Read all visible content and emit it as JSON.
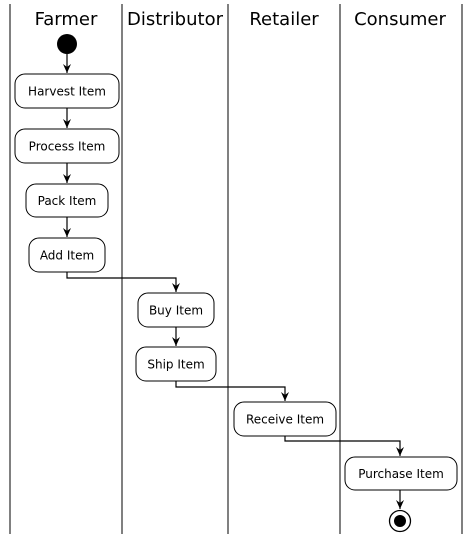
{
  "swimlanes": [
    {
      "name": "Farmer"
    },
    {
      "name": "Distributor"
    },
    {
      "name": "Retailer"
    },
    {
      "name": "Consumer"
    }
  ],
  "activities": [
    {
      "id": "harvest",
      "label": "Harvest Item",
      "lane": "Farmer"
    },
    {
      "id": "process",
      "label": "Process Item",
      "lane": "Farmer"
    },
    {
      "id": "pack",
      "label": "Pack Item",
      "lane": "Farmer"
    },
    {
      "id": "add",
      "label": "Add Item",
      "lane": "Farmer"
    },
    {
      "id": "buy",
      "label": "Buy Item",
      "lane": "Distributor"
    },
    {
      "id": "ship",
      "label": "Ship Item",
      "lane": "Distributor"
    },
    {
      "id": "receive",
      "label": "Receive Item",
      "lane": "Retailer"
    },
    {
      "id": "purchase",
      "label": "Purchase Item",
      "lane": "Consumer"
    }
  ],
  "flow": [
    "start",
    "harvest",
    "process",
    "pack",
    "add",
    "buy",
    "ship",
    "receive",
    "purchase",
    "end"
  ]
}
